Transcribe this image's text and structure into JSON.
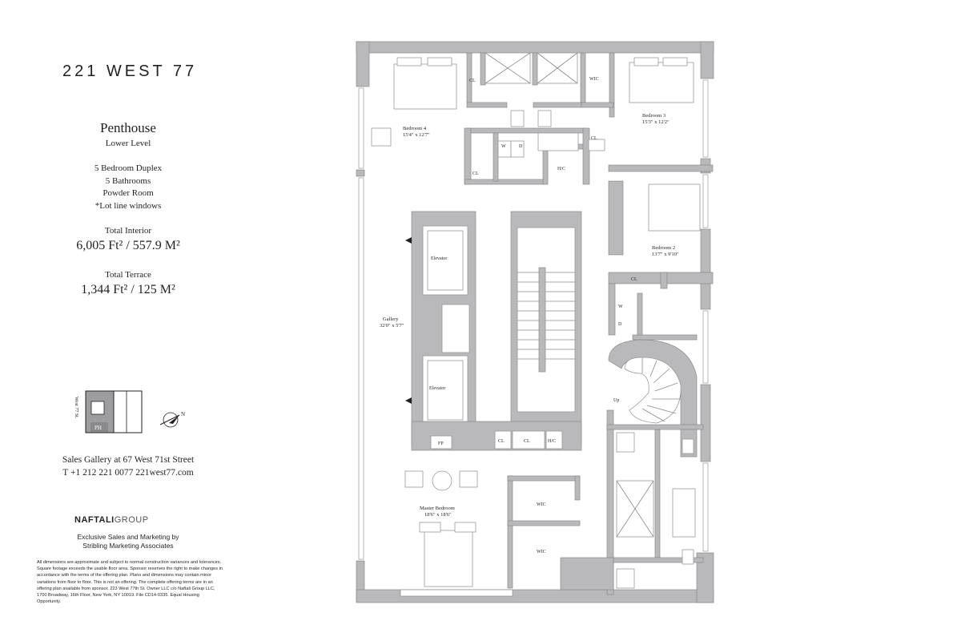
{
  "brand": "221 WEST 77",
  "unit": {
    "title": "Penthouse",
    "level": "Lower Level",
    "features": [
      "5 Bedroom Duplex",
      "5 Bathrooms",
      "Powder Room",
      "*Lot line windows"
    ]
  },
  "areas": {
    "interior_label": "Total Interior",
    "interior_value": "6,005 Ft² / 557.9 M²",
    "terrace_label": "Total Terrace",
    "terrace_value": "1,344 Ft² / 125 M²"
  },
  "keyplan": {
    "street": "West 77 St.",
    "unit_tag": "PH",
    "north": "N"
  },
  "contact": {
    "gallery": "Sales Gallery at 67 West 71st Street",
    "phone_web": "T +1 212 221 0077   221west77.com"
  },
  "developer": {
    "bold": "NAFTALI",
    "light": "GROUP"
  },
  "marketing": [
    "Exclusive Sales and Marketing by",
    "Stribling Marketing Associates"
  ],
  "disclaimer": "All dimensions are approximate and subject to normal construction variances and tolerances. Square footage exceeds the usable floor area. Sponsor reserves the right to make changes in accordance with the terms of the offering plan. Plans and dimensions may contain minor variations from floor to floor. This is not an offering. The complete offering terms are in an offering plan available from sponsor. 223 West 77th St. Owner LLC c/o Naftali Group LLC, 1700 Broadway, 16th Floor, New York, NY 10019. File CD14-0335. Equal Housing Opportunity.",
  "plan": {
    "rooms": [
      {
        "name": "Bedroom 4",
        "dims": "15'4\" x 12'7\""
      },
      {
        "name": "Bedroom 3",
        "dims": "15'3\" x 12'2\""
      },
      {
        "name": "Bedroom 2",
        "dims": "13'7\" x 9'10\""
      },
      {
        "name": "Gallery",
        "dims": "32'0\" x 5'7\""
      },
      {
        "name": "Master Bedroom",
        "dims": "18'6\" x 18'6\""
      }
    ],
    "labels": {
      "cl": "CL",
      "wic": "WIC",
      "w": "W",
      "d": "D",
      "hc": "H/C",
      "fp": "FP",
      "elevator": "Elevator",
      "up": "Up"
    }
  },
  "colors": {
    "wall": "#b9b9bb",
    "wall_stroke": "#8a8a8d",
    "ink": "#231f20",
    "fixture": "#9a9a9c"
  }
}
